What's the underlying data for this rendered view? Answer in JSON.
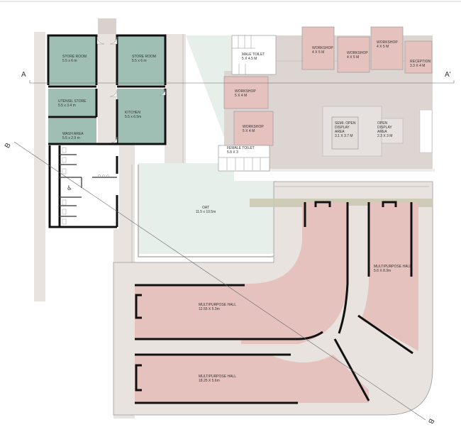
{
  "drawing": {
    "type": "architectural floor plan",
    "colors": {
      "store_rooms": "#9fbfb4",
      "workshops_halls": "#e6c2bf",
      "circulation": "#e8e3df",
      "covered_area": "#dcd5d1",
      "oat_lawn": "#e6efe9",
      "walls": "#111111",
      "paving_strip": "#c9c8b0",
      "toilet_block": "#ffffff"
    },
    "section_markers": {
      "a_left": "A",
      "a_right": "A'",
      "b_top": "B",
      "b_bottom": "B"
    },
    "rooms": {
      "store_room_1": {
        "name": "STORE ROOM",
        "size": "5.5 x 6 m"
      },
      "store_room_2": {
        "name": "STORE ROOM",
        "size": "5.5 x 6 m"
      },
      "utensil_store": {
        "name": "UTENSIL STORE",
        "size": "5.5 x 3.4 m"
      },
      "wash_area": {
        "name": "WASH AREA",
        "size": "5.5 x 2.9 m"
      },
      "kitchen": {
        "name": "KITCHEN",
        "size": "5.5 x 6.5m"
      },
      "male_toilet": {
        "name": "MALE TOILET",
        "size": "5 X 4.5 M"
      },
      "female_toilet": {
        "name": "FEMALE TOILET",
        "size": "5.8 X 3"
      },
      "workshop_1": {
        "name": "WORKSHOP",
        "size": "5 X 4 M"
      },
      "workshop_2": {
        "name": "WORKSHOP",
        "size": "5 X 4 M"
      },
      "workshop_3": {
        "name": "WORKSHOP",
        "size": "4 X 5 M"
      },
      "workshop_4": {
        "name": "WORKSHOP",
        "size": "4 X 5 M"
      },
      "workshop_5": {
        "name": "WORKSHOP",
        "size": "4 X 5 M"
      },
      "reception": {
        "name": "RECEPTION",
        "size": "3.3 X 4 M"
      },
      "semi_open_display": {
        "name": "SEMI- OPEN\nDISPLAY\nAREA",
        "size": "3.1 X 3.7 M"
      },
      "open_display": {
        "name": "OPEN\nDISPLAY\nAREA",
        "size": "2.3 X 3 M"
      },
      "oat": {
        "name": "OAT",
        "size": "11.5 x 10.5m"
      },
      "mp_hall_1": {
        "name": "MULTIPURPOSE HALL",
        "size": "5.6 X 8.3m"
      },
      "mp_hall_2": {
        "name": "MULTIPURPOSE HALL",
        "size": "12.55 X 5.3m"
      },
      "mp_hall_3": {
        "name": "MULTIPURPOSE HALL",
        "size": "18.25 X 5.6m"
      }
    }
  }
}
